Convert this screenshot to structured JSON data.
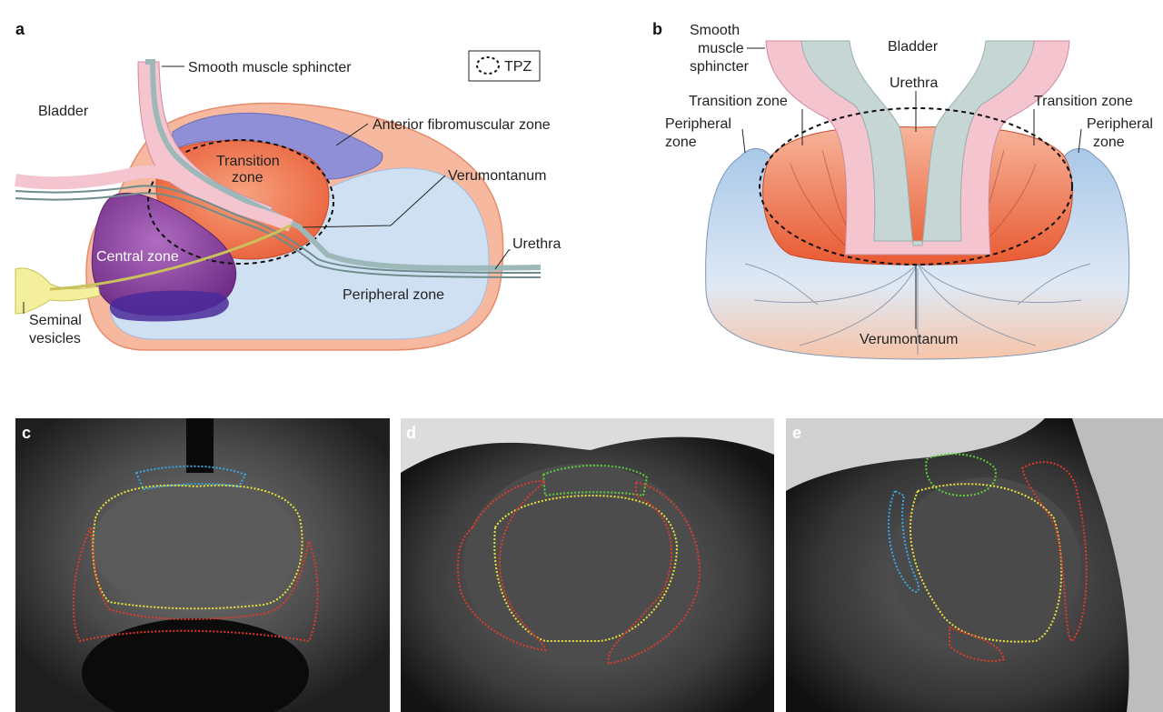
{
  "panels": {
    "a": {
      "letter": "a",
      "labels": {
        "smooth_muscle_sphincter": "Smooth muscle sphincter",
        "bladder": "Bladder",
        "anterior_fibromuscular_zone": "Anterior fibromuscular zone",
        "transition_zone_line1": "Transition",
        "transition_zone_line2": "zone",
        "verumontanum": "Verumontanum",
        "central_zone": "Central zone",
        "urethra": "Urethra",
        "peripheral_zone": "Peripheral zone",
        "seminal_line1": "Seminal",
        "seminal_line2": "vesicles"
      },
      "legend": {
        "label": "TPZ"
      }
    },
    "b": {
      "letter": "b",
      "labels": {
        "smooth_line1": "Smooth",
        "smooth_line2": "muscle",
        "smooth_line3": "sphincter",
        "bladder": "Bladder",
        "urethra": "Urethra",
        "transition_zone_left": "Transition zone",
        "transition_zone_right": "Transition zone",
        "peripheral_left_line1": "Peripheral",
        "peripheral_left_line2": "zone",
        "peripheral_right_line1": "Peripheral",
        "peripheral_right_line2": "zone",
        "verumontanum": "Verumontanum"
      }
    },
    "c": {
      "letter": "c"
    },
    "d": {
      "letter": "d"
    },
    "e": {
      "letter": "e"
    }
  },
  "colors": {
    "transition_zone": "#e8603a",
    "central_zone": "#8a3f9e",
    "peripheral_zone": "#cfe0f2",
    "anterior_fibromuscular": "#8f8fd8",
    "capsule": "#f6b89e",
    "sphincter": "#f4c4cf",
    "urethra_wall": "#b7cfcf",
    "seminal_vesicles": "#f3ef9c",
    "outline_red": "#e03a2a",
    "outline_yellow": "#e8e23a",
    "outline_blue": "#3aa6e0",
    "outline_green": "#5fce3a"
  }
}
